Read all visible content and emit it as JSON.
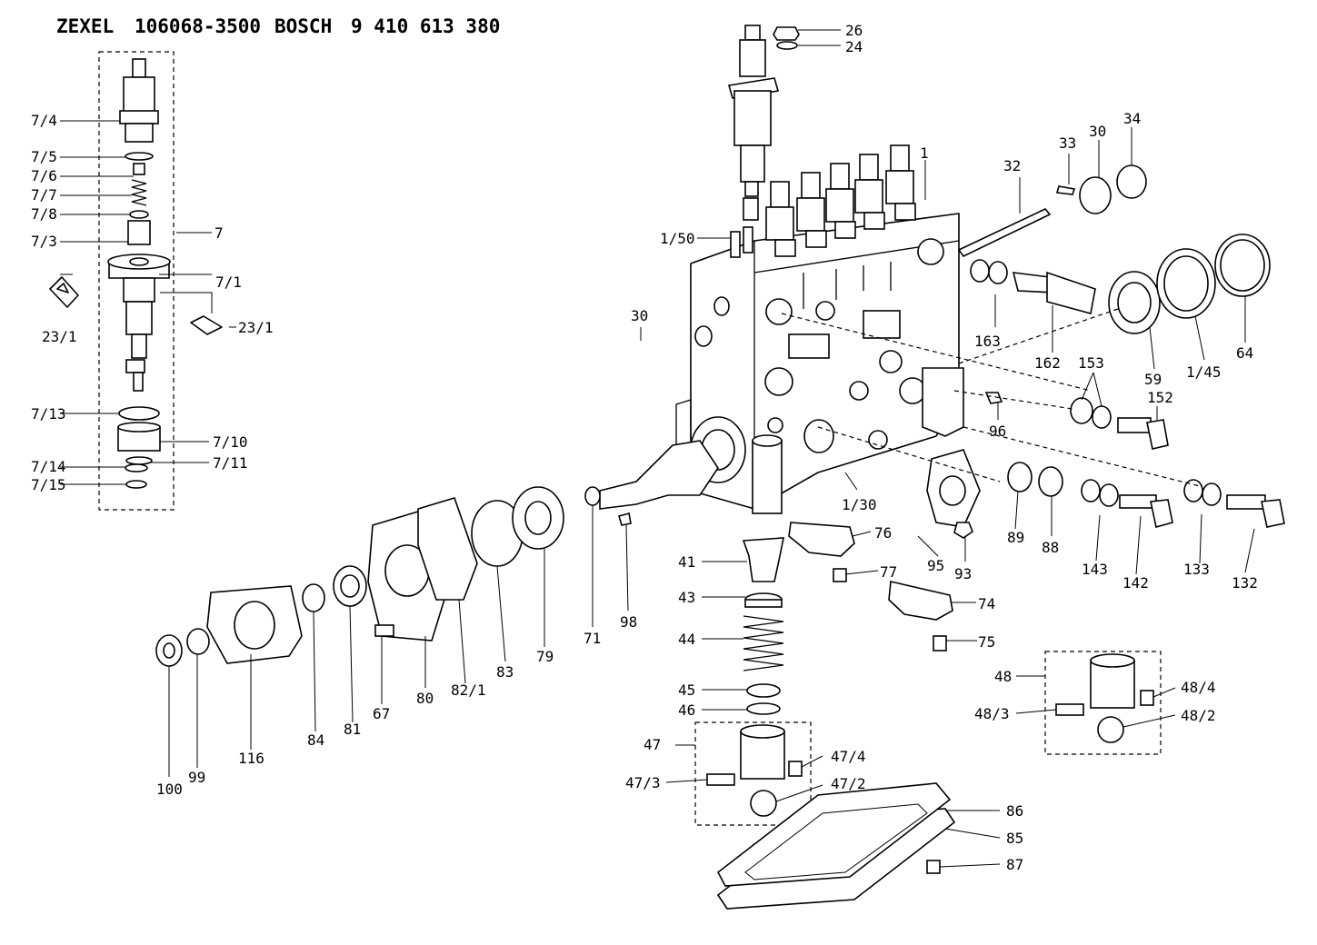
{
  "header": {
    "brand1": "ZEXEL",
    "part1": "106068-3500",
    "brand2": "BOSCH",
    "part2": "9 410 613 380"
  },
  "labels": [
    "7/4",
    "7/5",
    "7/6",
    "7/7",
    "7/8",
    "7/3",
    "7",
    "7/1",
    "23/1",
    "23/1",
    "7/13",
    "7/10",
    "7/14",
    "7/11",
    "7/15",
    "26",
    "24",
    "1",
    "32",
    "33",
    "30",
    "34",
    "1/50",
    "30",
    "163",
    "162",
    "153",
    "59",
    "1/45",
    "64",
    "152",
    "96",
    "1/30",
    "89",
    "88",
    "143",
    "142",
    "133",
    "132",
    "76",
    "95",
    "93",
    "77",
    "74",
    "75",
    "41",
    "43",
    "44",
    "45",
    "46",
    "47",
    "47/4",
    "47/3",
    "47/2",
    "48",
    "48/4",
    "48/3",
    "48/2",
    "86",
    "85",
    "87",
    "100",
    "99",
    "116",
    "84",
    "81",
    "67",
    "80",
    "82/1",
    "83",
    "79",
    "71",
    "98"
  ]
}
